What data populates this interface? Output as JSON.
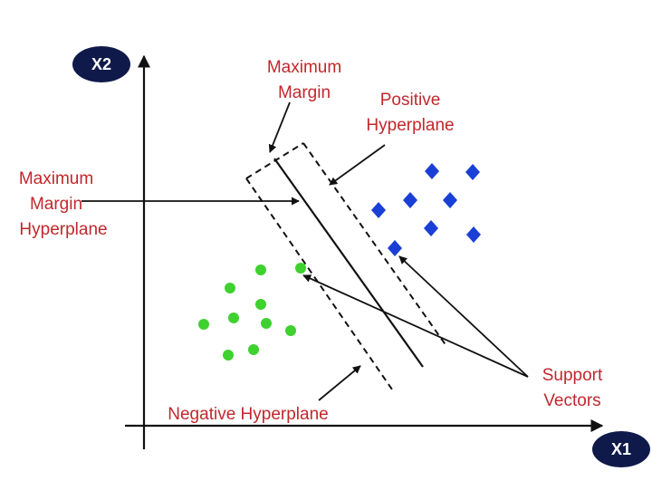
{
  "axes": {
    "x_label": "X1",
    "y_label": "X2",
    "badge_color": "#0f1a4a"
  },
  "labels": {
    "max_margin": [
      "Maximum",
      "Margin"
    ],
    "positive_hyperplane": [
      "Positive",
      "Hyperplane"
    ],
    "max_margin_hyperplane": [
      "Maximum",
      "Margin",
      "Hyperplane"
    ],
    "negative_hyperplane": "Negative Hyperplane",
    "support_vectors": [
      "Support",
      "Vectors"
    ]
  },
  "colors": {
    "label_text": "#c0282d",
    "positive_class": "#1a3fd6",
    "negative_class": "#3fd12f",
    "lines": "#111111"
  }
}
